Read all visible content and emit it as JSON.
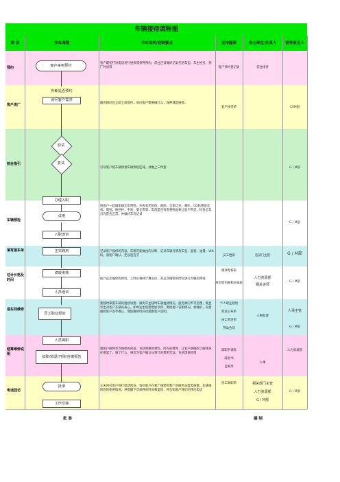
{
  "title": "车辆接待流程图",
  "headers": [
    "项 目",
    "作业流程",
    "作业说明/控制要点",
    "支持图表",
    "责任单位/负责人",
    "督导责任人"
  ],
  "colors": {
    "header": "#00e800",
    "band1": "#ffd9f2",
    "band2": "#ffffc4",
    "band3": "#c8f2c8",
    "band4": "#ffffff",
    "band5": "#c9f0f0",
    "band6": "#ffd0f0",
    "band7": "#ffffc4"
  },
  "rows": {
    "yuyue": {
      "stage": "预约",
      "flow": [
        "客户来电预约"
      ],
      "desc": "客户最初打进电话进行维修或保养预约，前台应该做好记录包括车型、车主姓名、到厂时间等",
      "support": "客户预约登记表",
      "owner": "前台接待",
      "supervisor": ""
    },
    "jinchang": {
      "stage": "客户进厂",
      "flow": [
        "判断是否预约",
        "询问客户需求"
      ],
      "desc": "服务顾问应立即上前接待，询问客户需要做什么，保养或是维修。",
      "support": "客户接待单",
      "owner": "",
      "supervisor": "CSM部"
    },
    "zhiyin": {
      "stage": "前台指引",
      "flow": [
        "初试",
        "复试",
        "办理入职"
      ],
      "desc": "引导客户把车辆停进车辆预检区域，并做上三件套",
      "support": "",
      "owner": "",
      "supervisor": "G / M部"
    },
    "yujian": {
      "stage": "车辆预检",
      "flow": [
        "试用",
        "入职培训"
      ],
      "desc": "陪客户一起做车辆全车预检，外表有无损伤，备胎，全车灯光，喇叭，CD机或收音机，雨刮，换挡杆，手刹，安全带等，车内是否有贵重物品要让客户带走，检查全车灯光是否正常，并做好车况记录",
      "support": "",
      "owner": "",
      "supervisor": "G / M部"
    },
    "tianxie": {
      "stage": "填写接车单",
      "flow": [
        "正式聘用"
      ],
      "desc": "记录客户报修的内容，车辆可能做出的诊断，记录车辆号牌及车型、里程、油量、VIN码，请客户确认，无误后签字",
      "support": "员工档案",
      "owner": "各部门主管",
      "supervisor": "G / M部"
    },
    "baojia": {
      "stage": "估计价格及时间",
      "flow": [
        "绩效考核",
        "人员培训"
      ],
      "desc": "估计这次维修的材料，工时价格并计算总价，对这次维修的时间进行大概的预估",
      "support": [
        "绩效考核表",
        "培训签到表和记录表"
      ],
      "owner": [
        "人力资源部",
        "相关讲师"
      ],
      "supervisor": "G / M部"
    },
    "genzong": {
      "stage": "进车间维修",
      "flow": [
        "员工职业规划"
      ],
      "desc": "要随时掌握车辆的维修进度，跟免车主随时车辆维修情况，服务顾问不可怠慢，要显示出对客户车辆的关心。如中途出现需增加项目，需给客户说明情况，并做价，同意维修客户签字确认，增加维修时间也需跟客户说明。",
      "support": [
        "个人职业规划",
        "奖惩公布单",
        "员工奖惩单",
        "劳动合同"
      ],
      "owner": "人事助理",
      "supervisor": [
        "人事主管",
        "G / M部"
      ]
    },
    "jiesuan": {
      "stage": "结算维修说明",
      "flow": [
        "人员离职",
        "辞职/辞退/开除/自离报告"
      ],
      "desc": "跟客户解释本次维修的内容，包括更换的材料，所有的费用，让客户明确的了解钱花在哪里了，做了什么，将次为客户确认与预计的费用无误，包括增值项目",
      "support": [
        "辞职申请表",
        "辞退书",
        "自离单"
      ],
      "owner": "人事",
      "supervisor": "人力资源部"
    },
    "huifang": {
      "stage": "电话回访",
      "flow": [
        "批准",
        "工作交接"
      ],
      "desc": "三天内对客户进行电话回访，询问客户在我厂维修时我厂的服务态度及质量，车辆维修后的使用情况，并提醒下次保养的时间和里程，并告知客户我们的预约电话",
      "support": "员工离职单",
      "owner": [
        "相关部门主管",
        "人力资源部",
        "G / M部"
      ],
      "supervisor": "G / M部"
    }
  },
  "footer": {
    "approve": "批  准",
    "compile": "编  制"
  }
}
